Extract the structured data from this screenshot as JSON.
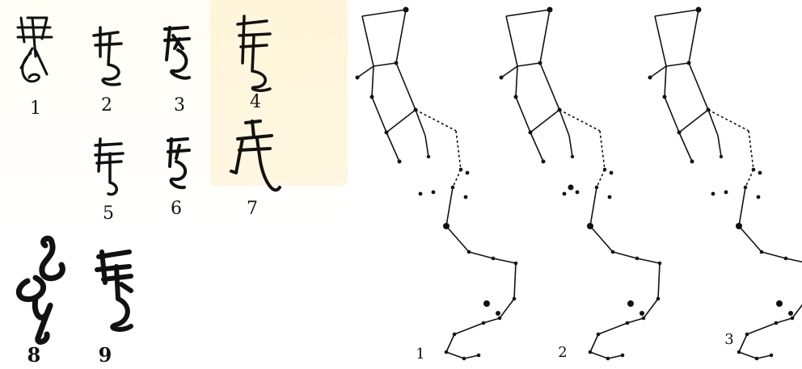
{
  "glyph_panel": {
    "labels": [
      "1",
      "2",
      "3",
      "4",
      "5",
      "6",
      "7",
      "8",
      "9"
    ]
  },
  "constellation_panel": {
    "labels": [
      "1",
      "2",
      "3"
    ]
  },
  "colors": {
    "ink": "#111111",
    "watermark": "#ffd166"
  }
}
